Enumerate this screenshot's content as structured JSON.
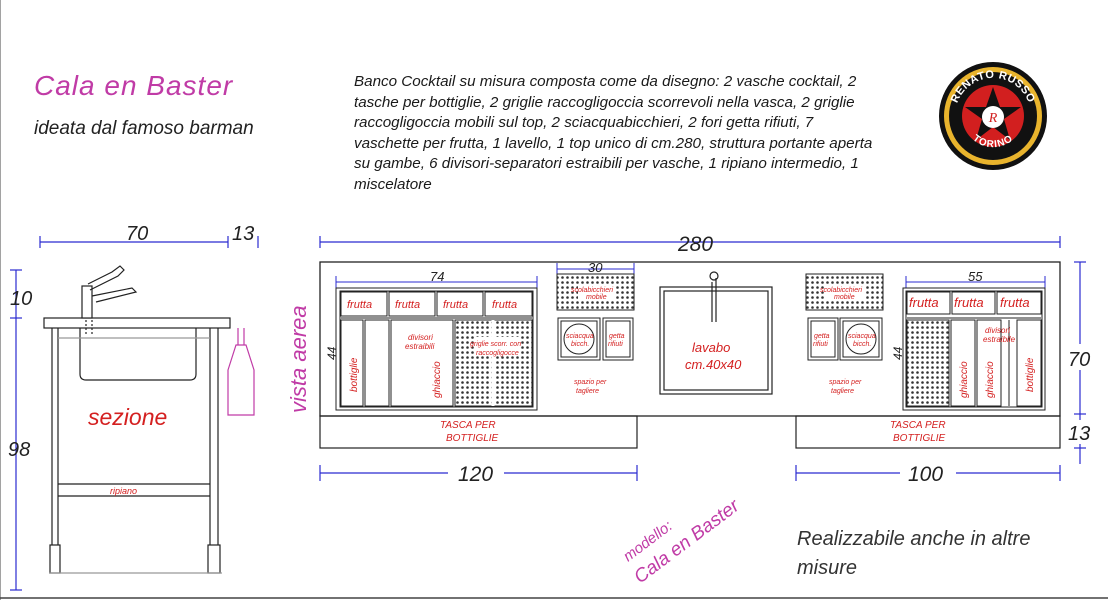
{
  "header": {
    "title": "Cala en Baster",
    "subtitle": "ideata dal famoso barman",
    "description": "Banco Cocktail su misura composta come da disegno: 2 vasche cocktail, 2 tasche per bottiglie, 2 griglie raccogligoccia scorrevoli nella vasca, 2 griglie raccogligoccia mobili sul top, 2 sciacquabicchieri, 2 fori getta rifiuti, 7 vaschette per frutta, 1 lavello, 1 top unico di cm.280, struttura portante aperta su gambe, 6 divisori-separatori estraibili per vasche, 1 ripiano intermedio, 1 miscelatore"
  },
  "logo": {
    "top_text": "RENATO RUSSO",
    "bottom_text": "TORINO",
    "letter": "R"
  },
  "section_view": {
    "label": "sezione",
    "shelf": "ripiano",
    "dims": {
      "depth": "70",
      "offset": "13",
      "top": "10",
      "height": "98"
    }
  },
  "aerial_view": {
    "label": "vista aerea",
    "total_width": "280",
    "left_width": "120",
    "right_width": "100",
    "depth": "70",
    "bottom": "13",
    "left_module": {
      "width": "74",
      "depth": "44",
      "fruit": [
        "frutta",
        "frutta",
        "frutta",
        "frutta"
      ],
      "bottles": "bottiglie",
      "dividers_1": "divisori",
      "dividers_2": "estraibili",
      "ice": "ghiaccio",
      "grid_1": "griglie scorr. con",
      "grid_2": "raccogligocce"
    },
    "center_left": {
      "width": "30",
      "drip_1": "scolabicchieri",
      "drip_2": "mobile",
      "rinse_1": "sciacqua",
      "rinse_2": "bicch.",
      "waste_1": "getta",
      "waste_2": "rifiuti",
      "space_1": "spazio per",
      "space_2": "tagliere"
    },
    "sink": {
      "label_1": "lavabo",
      "label_2": "cm.40x40"
    },
    "center_right": {
      "drip_1": "scolabicchieri",
      "drip_2": "mobile",
      "waste_1": "getta",
      "waste_2": "rifiuti",
      "rinse_1": "sciacqua",
      "rinse_2": "bicch.",
      "space_1": "spazio per",
      "space_2": "tagliere"
    },
    "right_module": {
      "width": "55",
      "depth": "44",
      "fruit": [
        "frutta",
        "frutta",
        "frutta"
      ],
      "dividers_1": "divisori",
      "dividers_2": "estraibile",
      "ice_1": "ghiaccio",
      "ice_2": "ghiaccio",
      "bottles": "bottiglie"
    },
    "pocket_left_1": "TASCA PER",
    "pocket_left_2": "BOTTIGLIE",
    "pocket_right_1": "TASCA PER",
    "pocket_right_2": "BOTTIGLIE"
  },
  "model": {
    "prefix": "modello:",
    "name": "Cala en Baster"
  },
  "note": "Realizzabile anche in altre misure",
  "colors": {
    "magenta": "#c03ba6",
    "red": "#d42020",
    "line": "#222222",
    "dim": "#2b2bd0"
  }
}
